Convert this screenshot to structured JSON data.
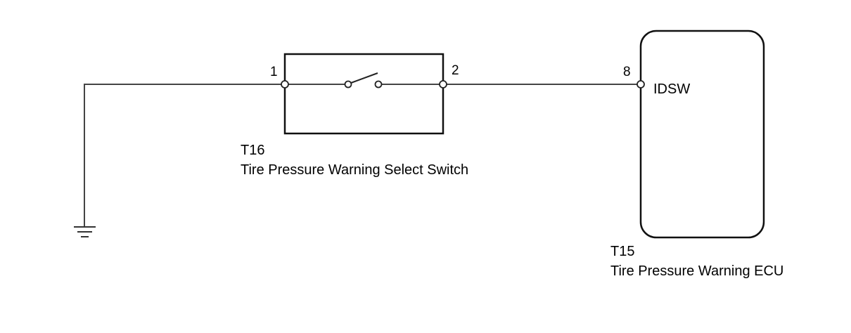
{
  "switch": {
    "code": "T16",
    "name": "Tire Pressure Warning Select Switch",
    "pin_left": "1",
    "pin_right": "2"
  },
  "ecu": {
    "code": "T15",
    "name": "Tire Pressure Warning ECU",
    "pin": "8",
    "terminal_label": "IDSW"
  }
}
